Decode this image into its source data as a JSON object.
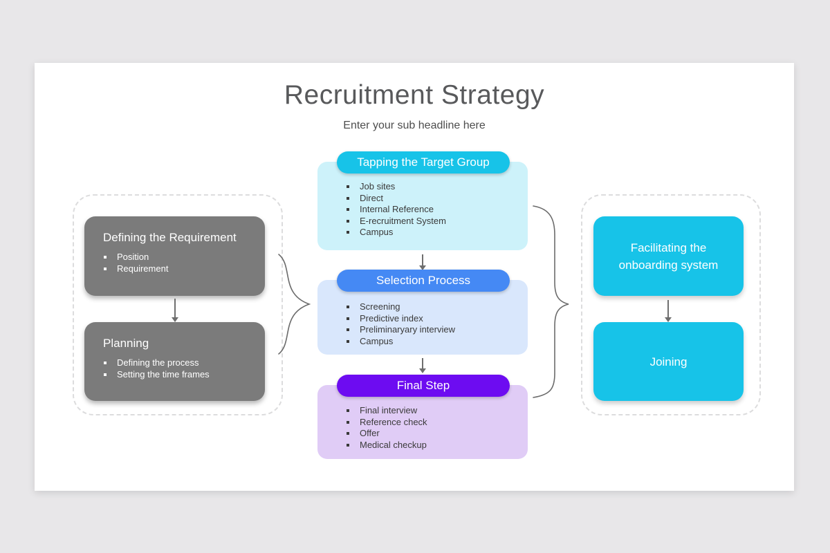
{
  "slide": {
    "title": "Recruitment Strategy",
    "subtitle": "Enter your sub headline here"
  },
  "colors": {
    "page_background": "#e8e7e9",
    "slide_background": "#ffffff",
    "title_text": "#58595b",
    "gray_box": "#7b7b7b",
    "cyan": "#17c3e8",
    "cyan_light": "#cdf2fa",
    "blue": "#4589f4",
    "blue_light": "#d9e7fc",
    "purple": "#6d0cf1",
    "purple_light": "#e0ccf6",
    "arrow": "#6e6e6e",
    "dashed_border": "#dcdcdd"
  },
  "left_group": {
    "boxes": [
      {
        "title": "Defining the Requirement",
        "bullets": [
          "Position",
          "Requirement"
        ]
      },
      {
        "title": "Planning",
        "bullets": [
          "Defining the process",
          "Setting the time frames"
        ]
      }
    ]
  },
  "middle_group": {
    "sections": [
      {
        "header": "Tapping the Target Group",
        "bullets": [
          "Job sites",
          "Direct",
          "Internal Reference",
          "E-recruitment System",
          "Campus"
        ]
      },
      {
        "header": "Selection Process",
        "bullets": [
          "Screening",
          "Predictive index",
          "Preliminaryary interview",
          "Campus"
        ]
      },
      {
        "header": "Final Step",
        "bullets": [
          "Final interview",
          "Reference check",
          "Offer",
          "Medical checkup"
        ]
      }
    ]
  },
  "right_group": {
    "boxes": [
      {
        "label": "Facilitating the onboarding system"
      },
      {
        "label": "Joining"
      }
    ]
  }
}
